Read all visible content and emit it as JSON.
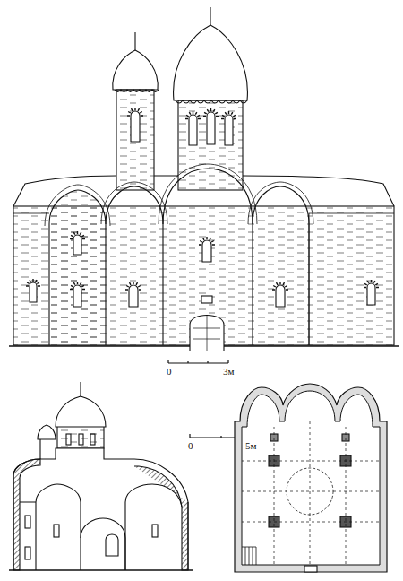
{
  "diagram": {
    "labels": [
      "0",
      "3м",
      "0",
      "5м"
    ]
  }
}
